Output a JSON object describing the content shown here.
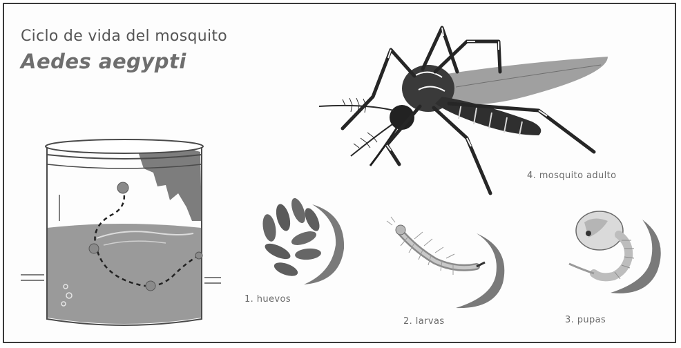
{
  "title": "Ciclo de vida del mosquito",
  "species": "Aedes aegypti",
  "stages": [
    {
      "label": "1. huevos",
      "icon": "eggs-icon"
    },
    {
      "label": "2. larvas",
      "icon": "larva-icon"
    },
    {
      "label": "3. pupas",
      "icon": "pupa-icon"
    },
    {
      "label": "4. mosquito adulto",
      "icon": "adult-mosquito-icon"
    }
  ],
  "colors": {
    "water": "#9a9a9a",
    "jar_outline": "#4a4a4a",
    "stain": "#7d7d7d",
    "accent_dot": "#8a8a8a",
    "arc": "#7a7a7a"
  }
}
